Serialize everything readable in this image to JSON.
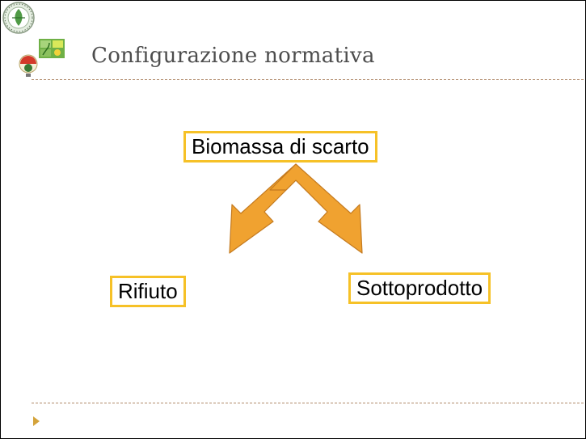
{
  "slide": {
    "title": "Configurazione normativa",
    "diagram": {
      "source": "Biomassa di scarto",
      "outcomes": [
        "Rifiuto",
        "Sottoprodotto"
      ]
    }
  },
  "colors": {
    "box_border": "#f6c127",
    "arrow_fill": "#f0a230",
    "arrow_stroke": "#c47a1f",
    "title_text": "#4d4d4d",
    "divider": "#b08a6a"
  },
  "icons": [
    "consortium-seal-logo-icon",
    "green-leaf-logo-icon",
    "regional-emblem-logo-icon",
    "bullet-arrow-icon"
  ]
}
